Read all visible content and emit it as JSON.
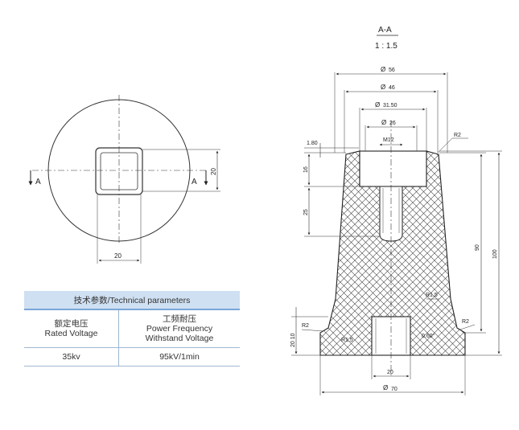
{
  "section": {
    "label": "A-A",
    "scale": "1 : 1.5"
  },
  "left_view": {
    "cut_label_left": "A",
    "cut_label_right": "A",
    "dim_height": "20",
    "dim_width": "20"
  },
  "section_dims": {
    "d56": "56",
    "d46": "46",
    "d3150": "31.50",
    "d26": "26",
    "m12": "M12",
    "d180": "1.80",
    "d16": "16",
    "d25": "25",
    "r2_top": "R2",
    "r2_left": "R2",
    "r2_right": "R2",
    "r15_upper": "R1.5",
    "r15_lower": "R1.5",
    "angle": "0.60°",
    "d2010": "20 10",
    "d90": "90",
    "d100": "100",
    "d20_bottom": "20",
    "d70": "70",
    "dia_symbol": "Ø"
  },
  "table": {
    "title": "技术参数/Technical parameters",
    "col1_header_cn": "额定电压",
    "col1_header_en": "Rated Voltage",
    "col2_header_cn": "工频耐压",
    "col2_header_en1": "Power Frequency",
    "col2_header_en2": "Withstand Voltage",
    "col1_value": "35kv",
    "col2_value": "95kV/1min"
  }
}
